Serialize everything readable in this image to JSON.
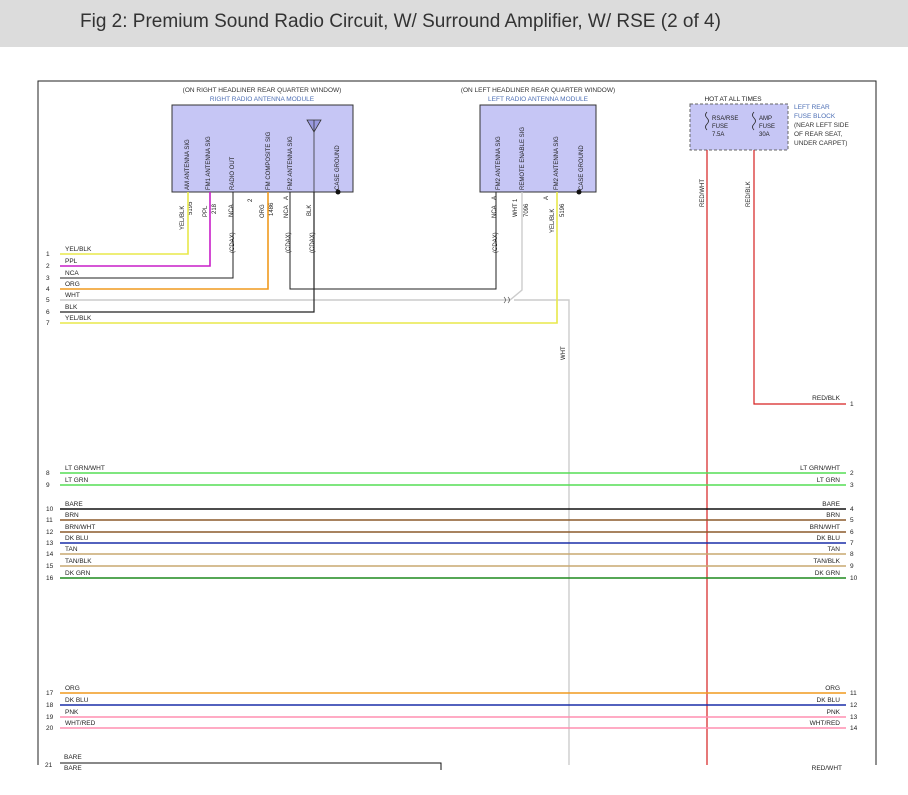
{
  "header": {
    "title": "Fig 2: Premium Sound Radio Circuit, W/ Surround Amplifier, W/ RSE (2 of 4)"
  },
  "right_module": {
    "location": "(ON RIGHT HEADLINER REAR QUARTER WINDOW)",
    "name": "RIGHT RADIO ANTENNA MODULE",
    "pins": [
      "AM ANTENNA SIG",
      "FM1 ANTENNA SIG",
      "RADIO OUT",
      "FM COMPOSITE SIG",
      "FM2 ANTENNA SIG",
      "CASE GROUND"
    ],
    "wires": [
      {
        "color": "YEL/BLK",
        "circuit": "5195"
      },
      {
        "color": "PPL",
        "circuit": "218"
      },
      {
        "color": "NCA",
        "circuit": ""
      },
      {
        "color": "ORG",
        "circuit": "1486",
        "pin": "2"
      },
      {
        "color": "NCA",
        "circuit": "",
        "pin": "A"
      },
      {
        "color": "BLK",
        "circuit": ""
      }
    ],
    "coax": [
      "(CDAX)",
      "(CDAX)",
      "(CDAX)"
    ]
  },
  "left_module": {
    "location": "(ON LEFT HEADLINER REAR QUARTER WINDOW)",
    "name": "LEFT RADIO ANTENNA MODULE",
    "pins": [
      "FM2 ANTENNA SIG",
      "REMOTE ENABLE SIG",
      "FM2 ANTENNA SIG",
      "CASE GROUND"
    ],
    "wires": [
      {
        "color": "NCA",
        "circuit": "",
        "pin": "A"
      },
      {
        "color": "WHT",
        "circuit": "7096",
        "pin": "1"
      },
      {
        "color": "YEL/BLK",
        "circuit": "5196",
        "pin": "A"
      }
    ],
    "coax": "(CDAX)"
  },
  "fuse_block": {
    "hot_label": "HOT AT ALL TIMES",
    "fuses": [
      {
        "name": "RSA/RSE",
        "type": "FUSE",
        "rating": "7.5A"
      },
      {
        "name": "AMP",
        "type": "FUSE",
        "rating": "30A"
      }
    ],
    "name_lines": [
      "LEFT REAR",
      "FUSE BLOCK"
    ],
    "note_lines": [
      "(NEAR LEFT SIDE",
      "OF REAR SEAT,",
      "UNDER CARPET)"
    ],
    "wire_left": "RED/WHT",
    "wire_right": "RED/BLK"
  },
  "mid_wht_label": "WHT",
  "left_wires": [
    {
      "num": "1",
      "label": "YEL/BLK",
      "color": "#e8e84a"
    },
    {
      "num": "2",
      "label": "PPL",
      "color": "#c81ec8"
    },
    {
      "num": "3",
      "label": "NCA",
      "color": "#222222"
    },
    {
      "num": "4",
      "label": "ORG",
      "color": "#f09a1e"
    },
    {
      "num": "5",
      "label": "WHT",
      "color": "#cccccc"
    },
    {
      "num": "6",
      "label": "BLK",
      "color": "#222222"
    },
    {
      "num": "7",
      "label": "YEL/BLK",
      "color": "#e8e84a"
    }
  ],
  "right_top_wire": {
    "num": "1",
    "label": "RED/BLK",
    "color": "#d62020"
  },
  "bus_wires": [
    {
      "num_l": "8",
      "label_l": "LT GRN/WHT",
      "label_r": "LT GRN/WHT",
      "num_r": "2",
      "color": "#55dd55"
    },
    {
      "num_l": "9",
      "label_l": "LT GRN",
      "label_r": "LT GRN",
      "num_r": "3",
      "color": "#55dd55"
    },
    {
      "num_l": "10",
      "label_l": "BARE",
      "label_r": "BARE",
      "num_r": "4",
      "color": "#111111"
    },
    {
      "num_l": "11",
      "label_l": "BRN",
      "label_r": "BRN",
      "num_r": "5",
      "color": "#8b5a2b"
    },
    {
      "num_l": "12",
      "label_l": "BRN/WHT",
      "label_r": "BRN/WHT",
      "num_r": "6",
      "color": "#8b5a2b"
    },
    {
      "num_l": "13",
      "label_l": "DK BLU",
      "label_r": "DK BLU",
      "num_r": "7",
      "color": "#1a2ea8"
    },
    {
      "num_l": "14",
      "label_l": "TAN",
      "label_r": "TAN",
      "num_r": "8",
      "color": "#c8a870"
    },
    {
      "num_l": "15",
      "label_l": "TAN/BLK",
      "label_r": "TAN/BLK",
      "num_r": "9",
      "color": "#c8a870"
    },
    {
      "num_l": "16",
      "label_l": "DK GRN",
      "label_r": "DK GRN",
      "num_r": "10",
      "color": "#1e8a1e"
    },
    {
      "num_l": "17",
      "label_l": "ORG",
      "label_r": "ORG",
      "num_r": "11",
      "color": "#f09a1e"
    },
    {
      "num_l": "18",
      "label_l": "DK BLU",
      "label_r": "DK BLU",
      "num_r": "12",
      "color": "#1a2ea8"
    },
    {
      "num_l": "19",
      "label_l": "PNK",
      "label_r": "PNK",
      "num_r": "13",
      "color": "#ff8fb0"
    },
    {
      "num_l": "20",
      "label_l": "WHT/RED",
      "label_r": "WHT/RED",
      "num_r": "14",
      "color": "#ff8fb0"
    }
  ],
  "bottom": {
    "num": "21",
    "label": "BARE",
    "label2": "BARE",
    "right_label": "RED/WHT"
  }
}
